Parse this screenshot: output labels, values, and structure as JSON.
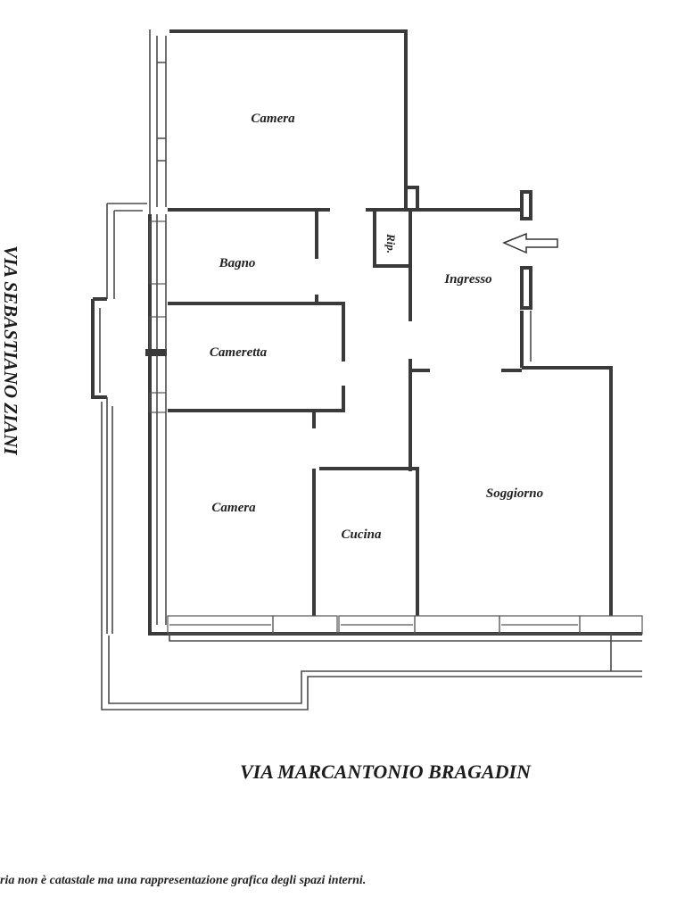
{
  "rooms": {
    "camera_top": "Camera",
    "bagno": "Bagno",
    "cameretta": "Cameretta",
    "camera_bottom": "Camera",
    "cucina": "Cucina",
    "soggiorno": "Soggiorno",
    "ingresso": "Ingresso",
    "ripostiglio": "Rip."
  },
  "streets": {
    "left": "VIA SEBASTIANO ZIANI",
    "bottom": "VIA MARCANTONIO BRAGADIN"
  },
  "disclaimer": "ria non è catastale ma una rappresentazione grafica degli spazi interni.",
  "icons": {
    "entrance_arrow": "arrow-left-icon"
  },
  "colors": {
    "wall": "#3a3a3a",
    "background": "#ffffff"
  }
}
